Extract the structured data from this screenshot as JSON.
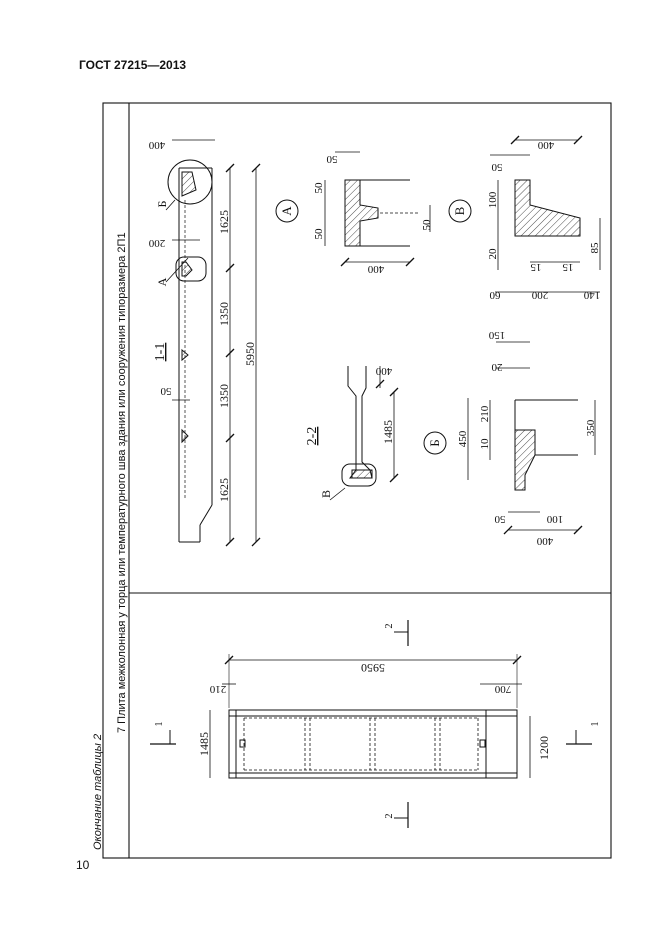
{
  "header": {
    "standard": "ГОСТ 27215—2013"
  },
  "page_number": "10",
  "table_caption": "Окончание таблицы 2",
  "row_title": "7 Плита межколонная у торца или температурного шва здания или сооружения типоразмера 2П1",
  "plan": {
    "length": "5950",
    "width_left": "1485",
    "width_right": "1200",
    "end_left": "210",
    "end_right": "700",
    "cut_1": "1",
    "cut_2": "2"
  },
  "section_1_1": {
    "label": "1-1",
    "end": "400",
    "notch": "200",
    "rib": "50",
    "segments": [
      "1625",
      "1350",
      "1350",
      "1625"
    ],
    "total": "5950",
    "callout_a": "А",
    "callout_b": "Б"
  },
  "section_2_2": {
    "label": "2-2",
    "flange": "400",
    "width": "1485",
    "callout_v": "В"
  },
  "detail_a": {
    "label": "А",
    "top": "50",
    "d1": "50",
    "d2": "50",
    "d3": "50",
    "width": "400"
  },
  "detail_b": {
    "label": "Б",
    "h1": "450",
    "h2": "210",
    "h3": "10",
    "h4": "350",
    "t1": "150",
    "t2": "20",
    "b1": "50",
    "b2": "100",
    "width": "400"
  },
  "detail_v": {
    "label": "В",
    "top": "400",
    "t1": "50",
    "h1": "100",
    "h2": "20",
    "b1": "15",
    "b2": "15",
    "h3": "85",
    "w1": "60",
    "w2": "200",
    "w3": "140"
  }
}
